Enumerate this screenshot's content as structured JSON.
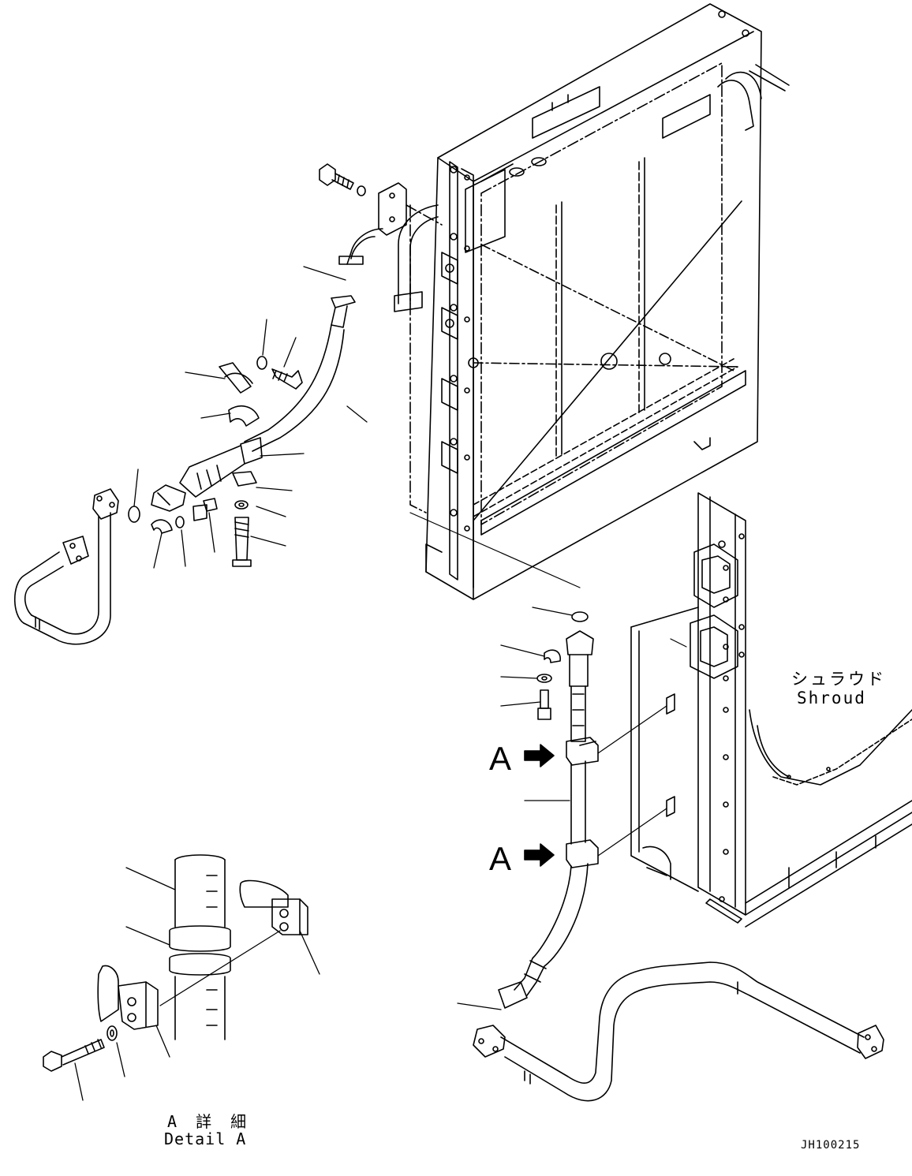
{
  "labels": {
    "shroud_jp": "シュラウド",
    "shroud_en": "Shroud",
    "view_marker_1": "A",
    "view_marker_2": "A",
    "detail_jp": "A 詳 細",
    "detail_en": "Detail A",
    "drawing_code": "JH100215"
  },
  "colors": {
    "line": "#000000",
    "background": "#ffffff"
  }
}
